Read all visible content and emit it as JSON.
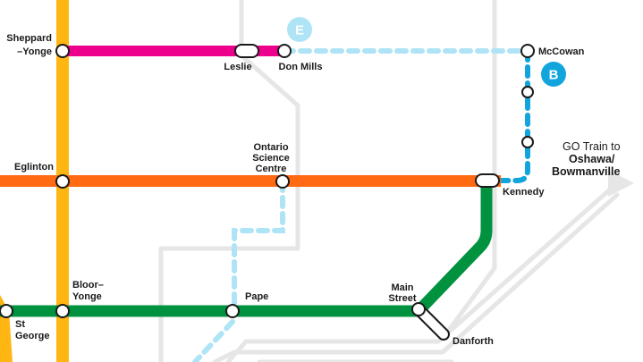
{
  "lines": {
    "yonge_university": {
      "color": "#FFB612"
    },
    "sheppard": {
      "color": "#EC008C"
    },
    "eglinton": {
      "color": "#FF6A13"
    },
    "bloor_danforth": {
      "color": "#00923F"
    },
    "future_e": {
      "color": "#AEE4F5",
      "badge": "E"
    },
    "future_b": {
      "color": "#12A5DD",
      "badge": "B"
    },
    "go_rail": {
      "color": "#E6E6E6"
    }
  },
  "stations": {
    "sheppard_yonge": {
      "line1": "Sheppard",
      "line2": "–Yonge"
    },
    "leslie": "Leslie",
    "don_mills": "Don Mills",
    "mccowan": "McCowan",
    "eglinton": "Eglinton",
    "ontario_science_centre": {
      "line1": "Ontario",
      "line2": "Science",
      "line3": "Centre"
    },
    "kennedy": "Kennedy",
    "bloor_yonge": {
      "line1": "Bloor–",
      "line2": "Yonge"
    },
    "pape": "Pape",
    "main_street": {
      "line1": "Main",
      "line2": "Street"
    },
    "danforth": "Danforth",
    "st_george": {
      "line1": "St",
      "line2": "George"
    }
  },
  "go_train": {
    "line1": "GO Train to",
    "line2": "Oshawa/",
    "line3": "Bowmanville"
  }
}
